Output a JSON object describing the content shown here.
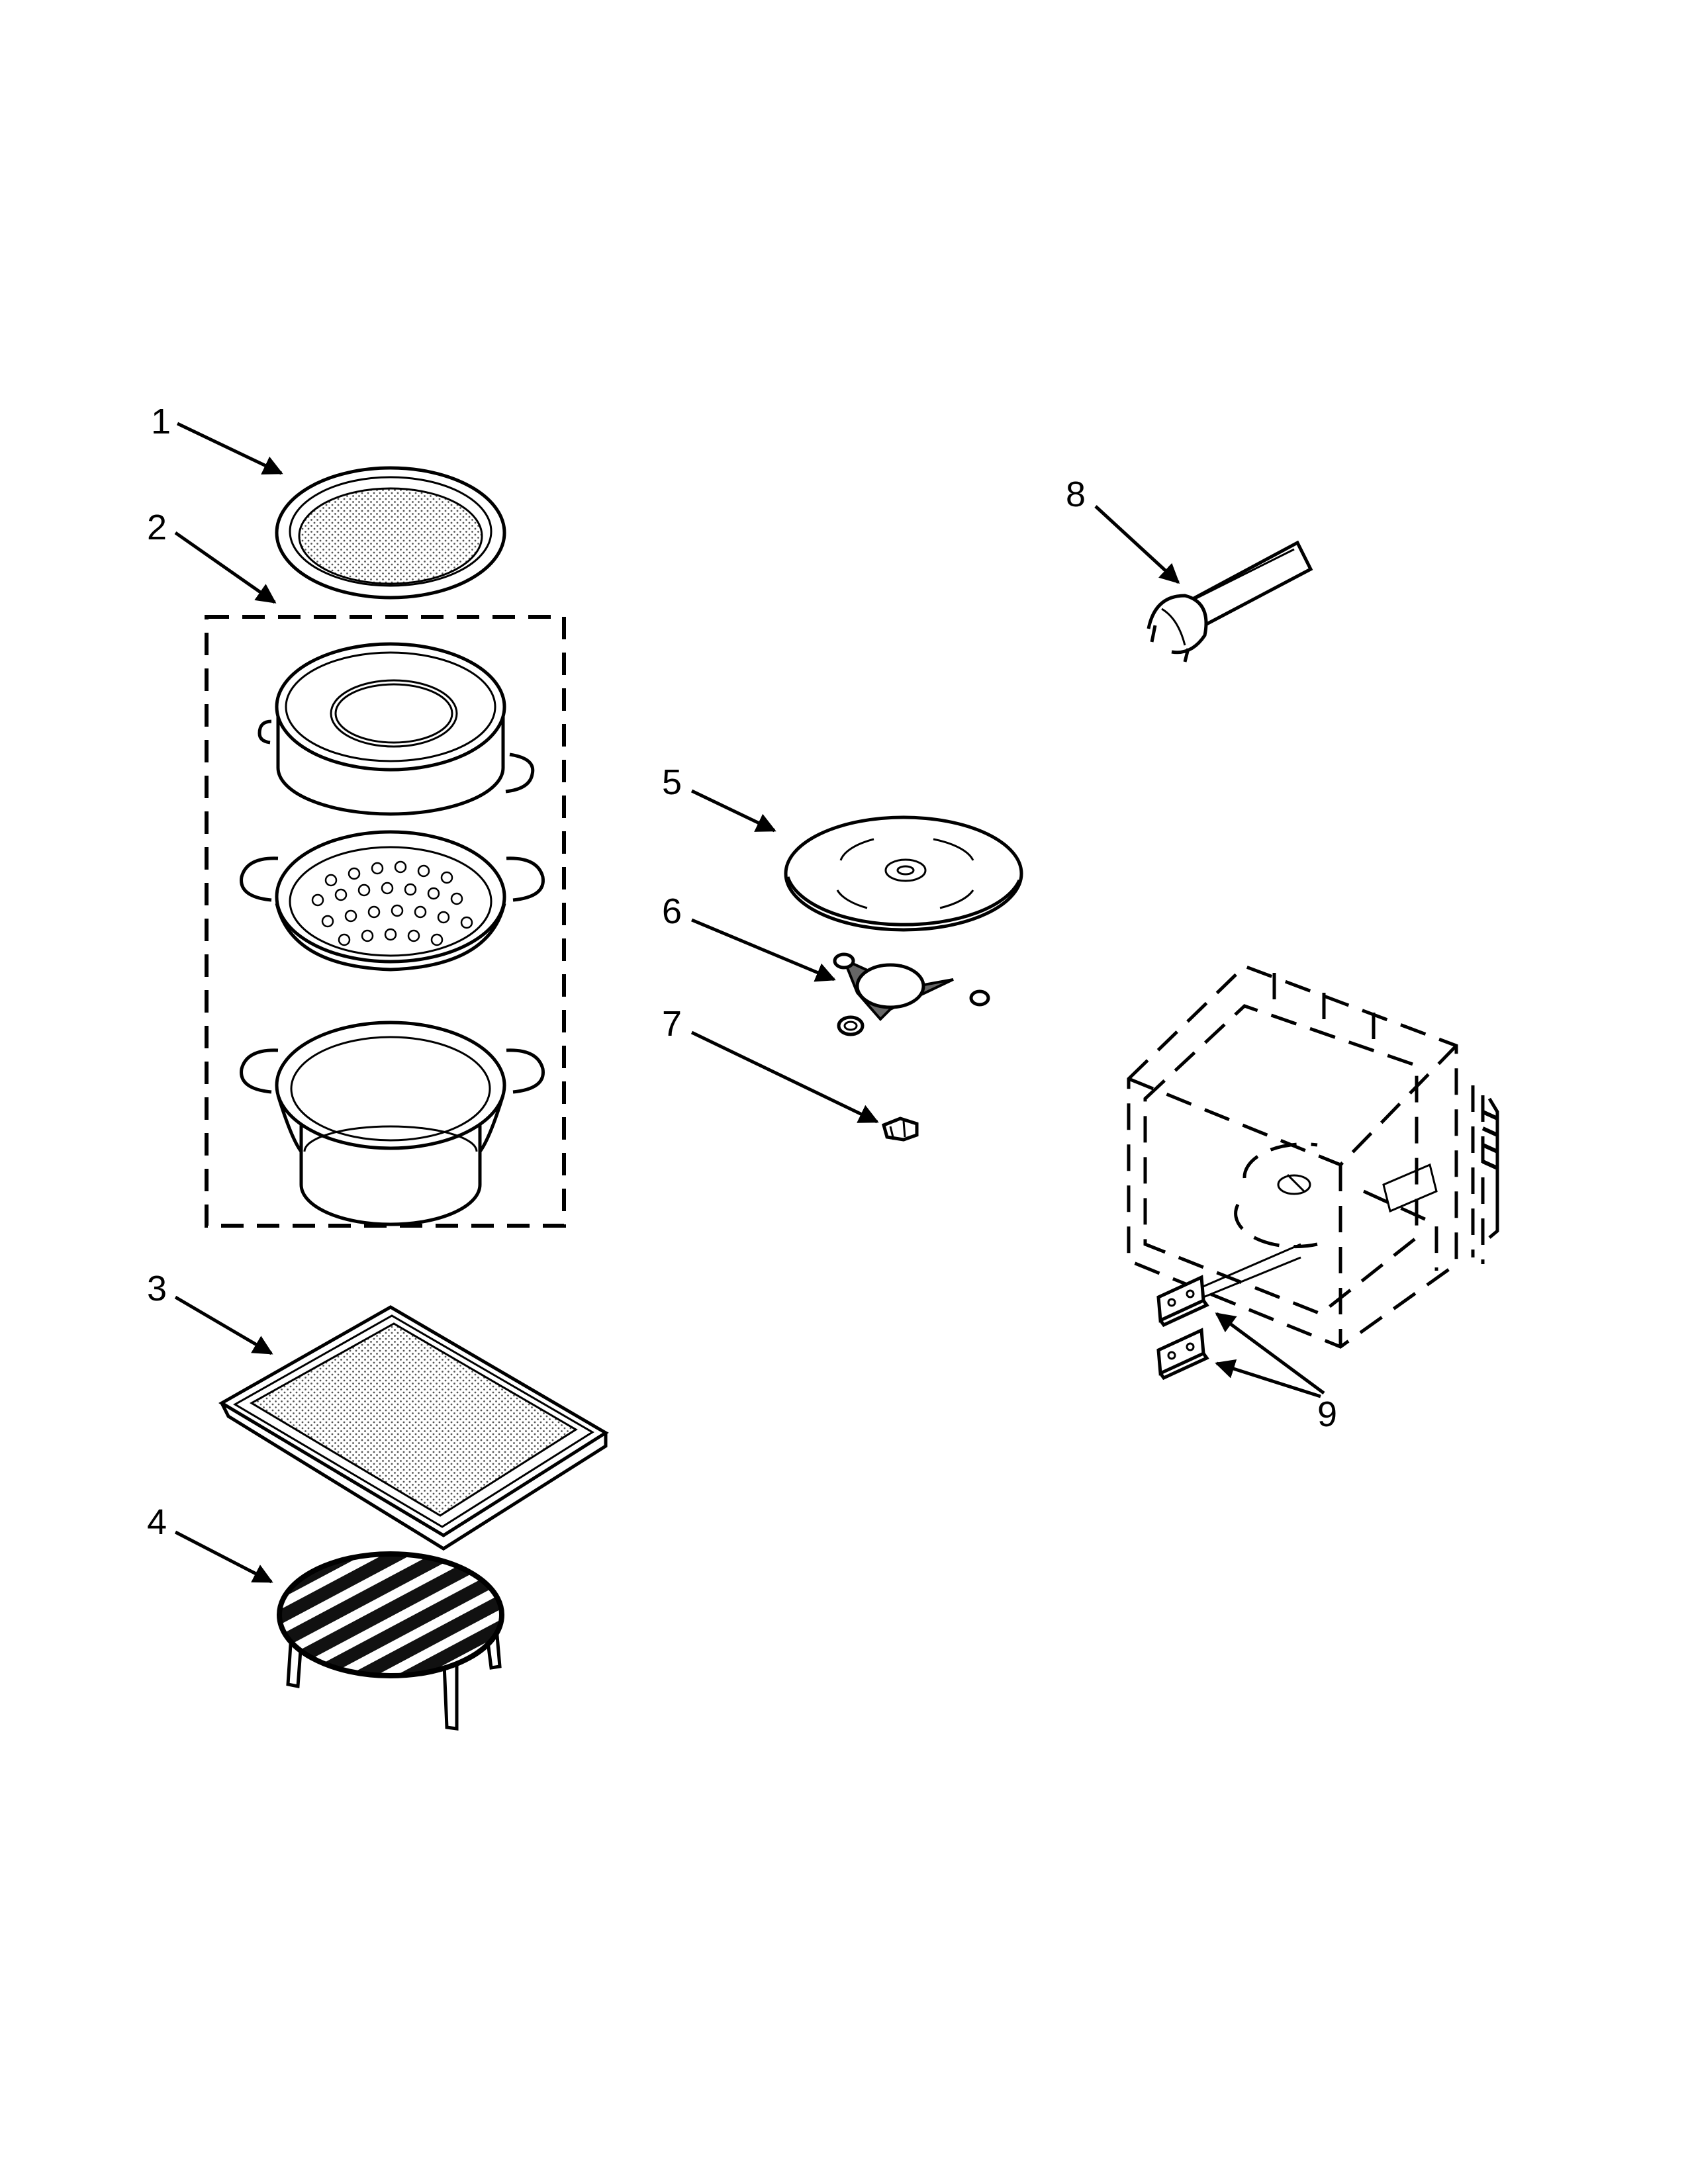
{
  "callouts": {
    "c1": "1",
    "c2": "2",
    "c3": "3",
    "c4": "4",
    "c5": "5",
    "c6": "6",
    "c7": "7",
    "c8": "8",
    "c9": "9"
  },
  "icons": {
    "part1": "crisper-plate-icon",
    "part2": "steamer-set-icon",
    "part3": "baking-tray-icon",
    "part4": "wire-rack-icon",
    "part5": "turntable-glass-tray-icon",
    "part6": "turntable-support-icon",
    "part7": "coupler-icon",
    "part8": "handle-icon",
    "part9": "mounting-bracket-icon",
    "cabinet": "microwave-cavity-icon"
  },
  "colors": {
    "ink": "#000000",
    "background": "#ffffff",
    "stipple": "#bdbdbd"
  }
}
